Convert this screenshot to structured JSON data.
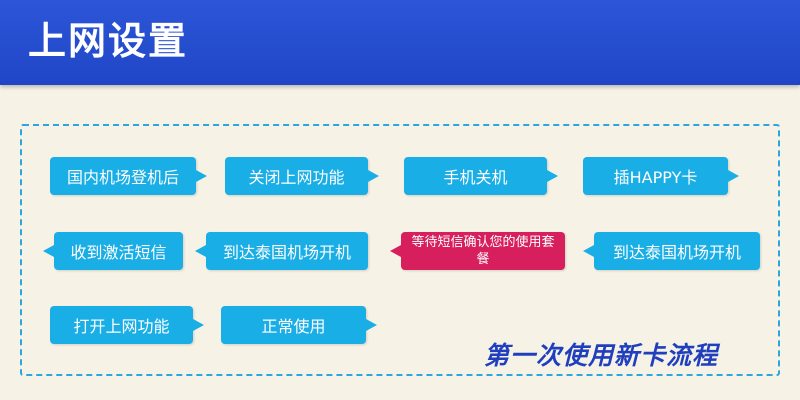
{
  "header": {
    "title": "上网设置"
  },
  "steps": [
    {
      "label": "国内机场登机后"
    },
    {
      "label": "关闭上网功能"
    },
    {
      "label": "手机关机"
    },
    {
      "label": "插HAPPY卡"
    },
    {
      "label": "收到激活短信"
    },
    {
      "label": "到达泰国机场开机"
    },
    {
      "label": "等待短信确认您的使用套餐"
    },
    {
      "label": "到达泰国机场开机"
    },
    {
      "label": "打开上网功能"
    },
    {
      "label": "正常使用"
    }
  ],
  "caption": "第一次使用新卡流程",
  "colors": {
    "header": "#1f46c6",
    "step": "#19aee6",
    "highlight": "#d61f5c",
    "caption": "#1f3fbf",
    "background": "#f6f3e6"
  }
}
